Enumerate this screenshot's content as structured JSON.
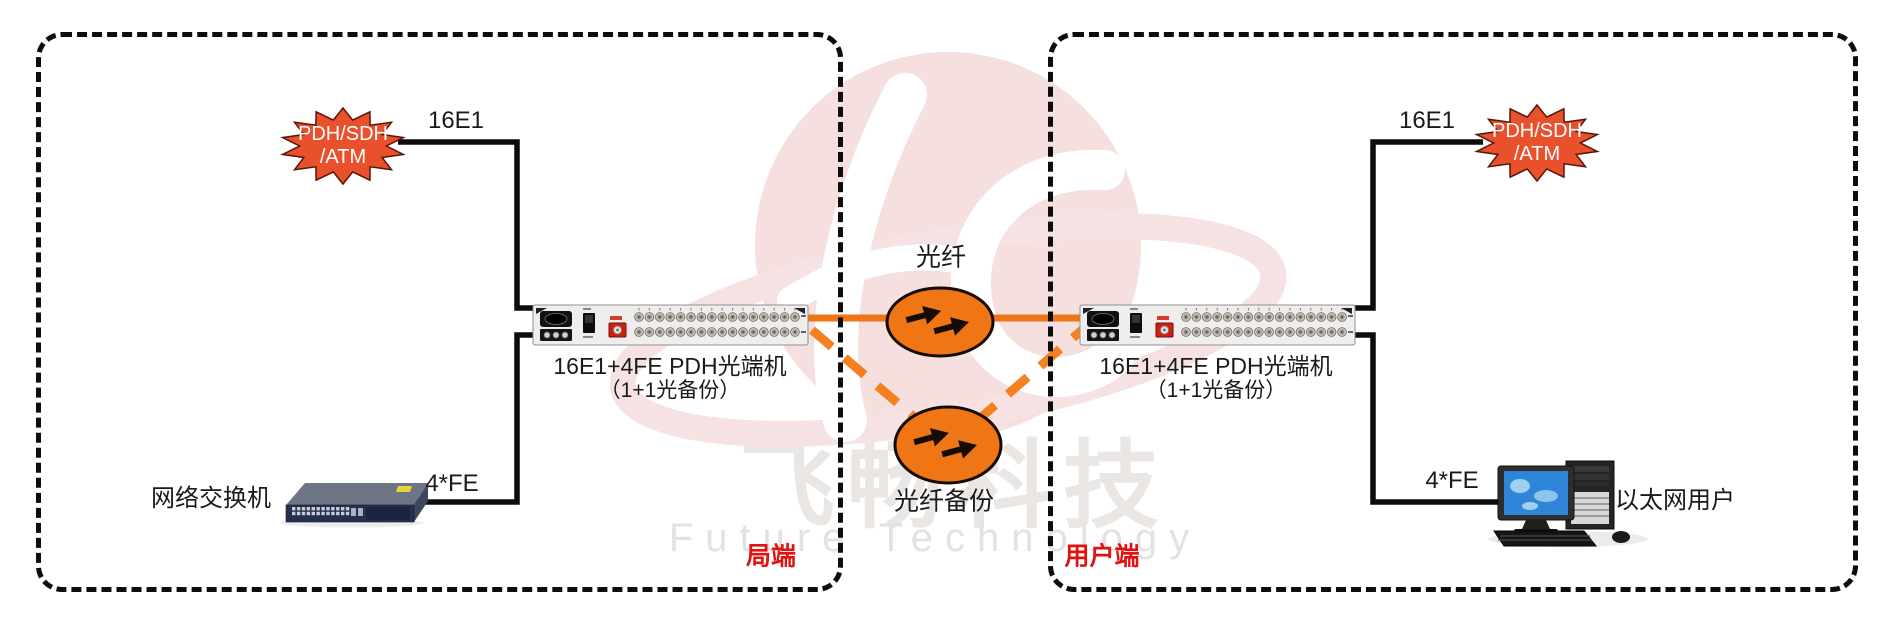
{
  "colors": {
    "orange": "#F07514",
    "orange_dash": "#F58020",
    "cloud_red": "#E8512B",
    "region_red": "#E01212",
    "line_black": "#0C0C0C"
  },
  "watermark": {
    "cn": "飞畅科技",
    "en": "Future Technology"
  },
  "middle": {
    "fiber_label": "光纤",
    "fiber_backup_label": "光纤备份"
  },
  "left": {
    "region_label": "局端",
    "cloud_line1": "PDH/SDH",
    "cloud_line2": "/ATM",
    "e1_label": "16E1",
    "fe_label": "4*FE",
    "device_name": "16E1+4FE PDH光端机",
    "device_sub": "（1+1光备份）",
    "switch_label": "网络交换机"
  },
  "right": {
    "region_label": "用户端",
    "cloud_line1": "PDH/SDH",
    "cloud_line2": "/ATM",
    "e1_label": "16E1",
    "fe_label": "4*FE",
    "device_name": "16E1+4FE PDH光端机",
    "device_sub": "（1+1光备份）",
    "user_label": "以太网用户"
  }
}
